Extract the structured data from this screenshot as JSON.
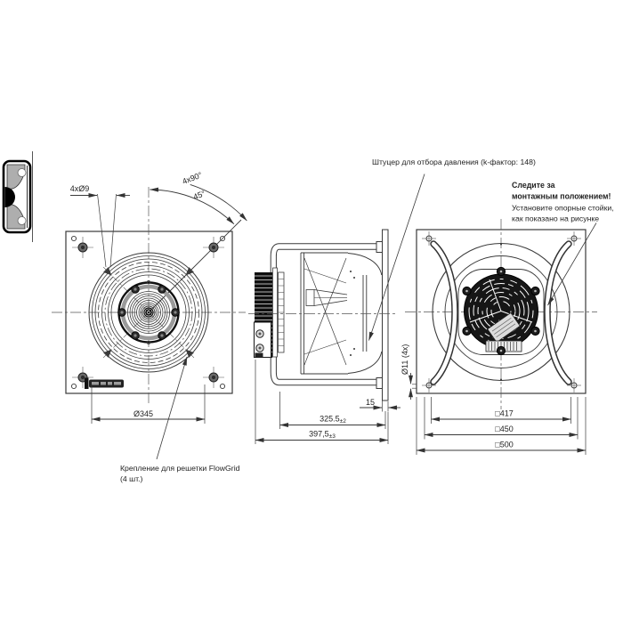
{
  "drawing": {
    "labels": {
      "pressure_tap": "Штуцер для отбора давления (k-фактор: 148)",
      "warning_bold_1": "Следите за",
      "warning_bold_2": "монтажным положением!",
      "warning_text_1": "Установите опорные стойки,",
      "warning_text_2": "как показано на рисунке",
      "flowgrid_1": "Крепление для решетки FlowGrid",
      "flowgrid_2": "(4 шт.)"
    },
    "front_view": {
      "mounting_holes": "4xØ9",
      "hole_pattern_angle": "4x90°",
      "angle_45": "45°",
      "impeller_diameter": "Ø345"
    },
    "side_view": {
      "depth": "325.5",
      "depth_tolerance": "±2",
      "total_depth": "397,5",
      "total_depth_tolerance": "±3",
      "plate_offset": "15",
      "strut_hole_diameter": "Ø11 (4x)"
    },
    "rear_view": {
      "square_inner": "□417",
      "square_mid": "□450",
      "square_outer": "□500"
    },
    "colors": {
      "line": "#3a3a3a",
      "gray_ring": "#9a9a9a",
      "dark_fill": "#161616"
    }
  }
}
